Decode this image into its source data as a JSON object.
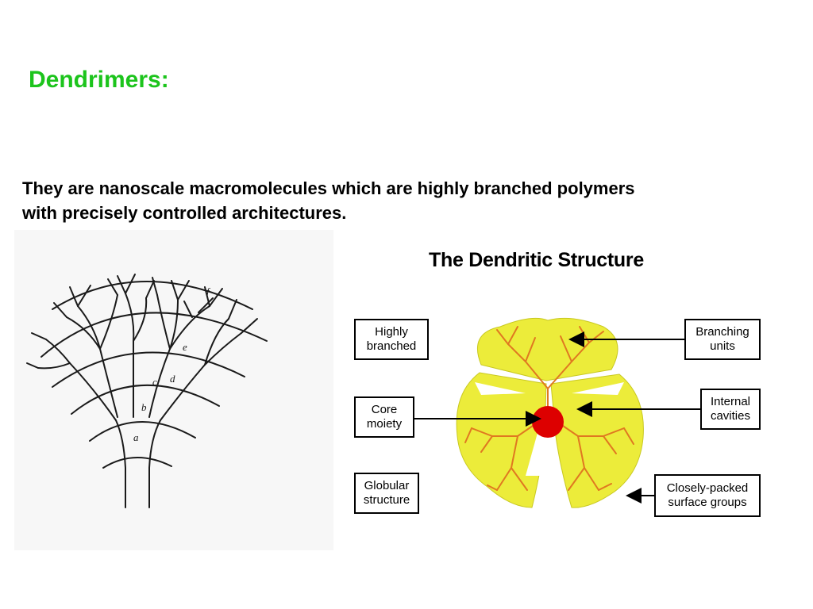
{
  "slide": {
    "title": "Dendrimers:",
    "body_lines": [
      "They are nanoscale macromolecules which are highly branched polymers",
      "with precisely controlled architectures."
    ]
  },
  "tree_sketch": {
    "letters": [
      "f",
      "e",
      "d",
      "c",
      "b",
      "a"
    ]
  },
  "dendritic_diagram": {
    "title": "The Dendritic Structure",
    "labels": {
      "highly_branched": [
        "Highly",
        "branched"
      ],
      "core_moiety": [
        "Core",
        "moiety"
      ],
      "globular_structure": [
        "Globular",
        "structure"
      ],
      "branching_units": [
        "Branching",
        "units"
      ],
      "internal_cavities": [
        "Internal",
        "cavities"
      ],
      "surface_groups": [
        "Closely-packed",
        "surface groups"
      ]
    },
    "colors": {
      "core": "#dd0000",
      "branch": "#e07820",
      "surface": "#e8e820",
      "title_green": "#1cc41c"
    }
  }
}
